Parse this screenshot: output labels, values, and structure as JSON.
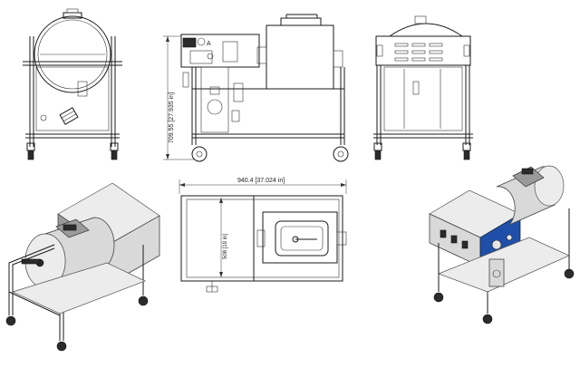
{
  "dimensions": {
    "height": "709.55 [27.935 in]",
    "length": "940.4 [37.024 in]",
    "width": "508 [19 in]"
  },
  "labels": {
    "detail_marker": "A"
  },
  "colors": {
    "panel_blue": "#1f4fa8",
    "steel": "#d9d9d9",
    "line": "#1a1a1a"
  }
}
